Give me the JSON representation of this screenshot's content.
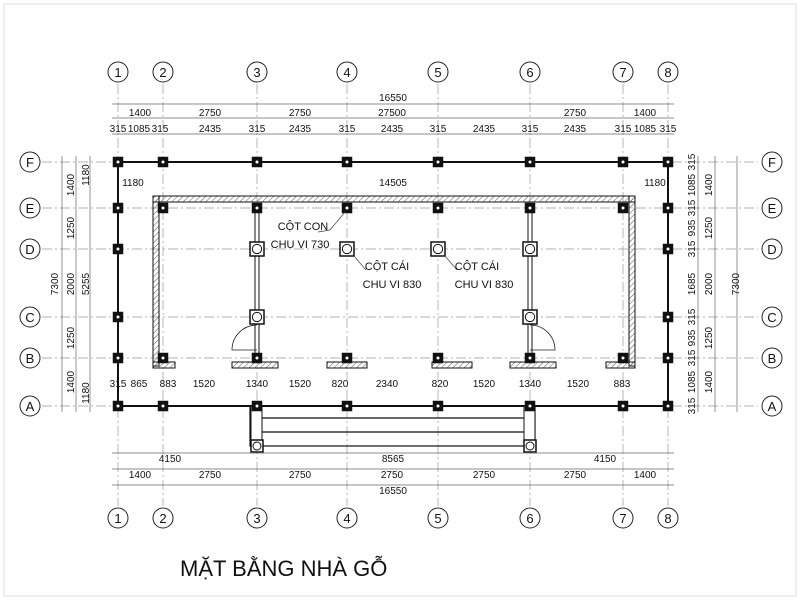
{
  "title": "MẶT BẰNG NHÀ GỖ",
  "axes_x": [
    "1",
    "2",
    "3",
    "4",
    "5",
    "6",
    "7",
    "8"
  ],
  "axes_y": [
    "F",
    "E",
    "D",
    "C",
    "B",
    "A"
  ],
  "dims": {
    "top_total": "16550",
    "top_row2": [
      "1400",
      "2750",
      "2750",
      "27500",
      "2750",
      "1400"
    ],
    "top_row3": [
      "315",
      "1085",
      "315",
      "2435",
      "315",
      "2435",
      "315",
      "2435",
      "315",
      "2435",
      "315",
      "2435",
      "315",
      "1085",
      "315"
    ],
    "inner_top": [
      "1180",
      "14505",
      "1180"
    ],
    "inner_bottom": [
      "315",
      "865",
      "883",
      "1520",
      "1340",
      "1520",
      "820",
      "2340",
      "820",
      "1520",
      "1340",
      "1520",
      "883"
    ],
    "porch": [
      "4150",
      "8565",
      "4150"
    ],
    "bottom_row": [
      "1400",
      "2750",
      "2750",
      "2750",
      "2750",
      "2750",
      "1400"
    ],
    "bottom_total": "16550",
    "left_outer": "7300",
    "left_mid": [
      "1400",
      "1250",
      "2000",
      "1250",
      "1400"
    ],
    "left_inner": [
      "1180",
      "5255",
      "1180"
    ],
    "right_inner": [
      "315",
      "1085",
      "315",
      "935",
      "315",
      "1685",
      "315",
      "935",
      "315",
      "1085",
      "315"
    ],
    "right_mid": [
      "1400",
      "1250",
      "2000",
      "1250",
      "1400"
    ],
    "right_outer": "7300"
  },
  "notes": [
    {
      "line1": "CỘT CON",
      "line2": "CHU VI 730"
    },
    {
      "line1": "CỘT CÁI",
      "line2": "CHU VI 830"
    },
    {
      "line1": "CỘT CÁI",
      "line2": "CHU VI 830"
    }
  ]
}
